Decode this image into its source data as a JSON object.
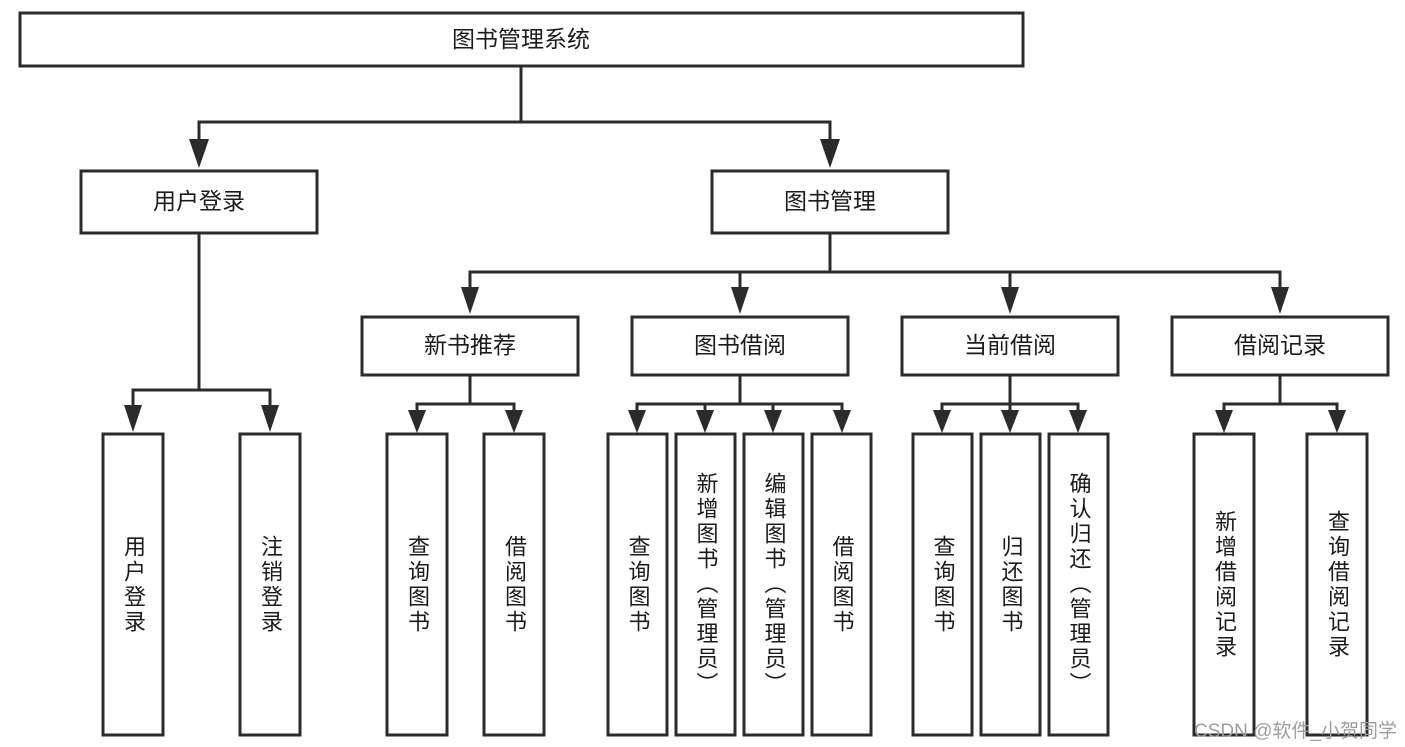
{
  "diagram": {
    "type": "tree-hierarchy",
    "title": "图书管理系统",
    "watermark": "CSDN @软件_小贺同学",
    "colors": {
      "stroke": "#2b2b2b",
      "fill": "#ffffff",
      "text": "#1b1b1b",
      "watermark": "#9d9d9d",
      "background": "#ffffff"
    },
    "root": {
      "label": "图书管理系统"
    },
    "level2": [
      {
        "label": "用户登录"
      },
      {
        "label": "图书管理"
      }
    ],
    "level3": [
      {
        "label": "新书推荐"
      },
      {
        "label": "图书借阅"
      },
      {
        "label": "当前借阅"
      },
      {
        "label": "借阅记录"
      }
    ],
    "leaves": {
      "user_login": [
        {
          "label": "用户登录"
        },
        {
          "label": "注销登录"
        }
      ],
      "new_book_recommend": [
        {
          "label": "查询图书"
        },
        {
          "label": "借阅图书"
        }
      ],
      "book_borrow": [
        {
          "label": "查询图书"
        },
        {
          "label": "新增图书（管理员）"
        },
        {
          "label": "编辑图书（管理员）"
        },
        {
          "label": "借阅图书"
        }
      ],
      "current_borrow": [
        {
          "label": "查询图书"
        },
        {
          "label": "归还图书"
        },
        {
          "label": "确认归还（管理员）"
        }
      ],
      "borrow_record": [
        {
          "label": "新增借阅记录"
        },
        {
          "label": "查询借阅记录"
        }
      ]
    }
  }
}
